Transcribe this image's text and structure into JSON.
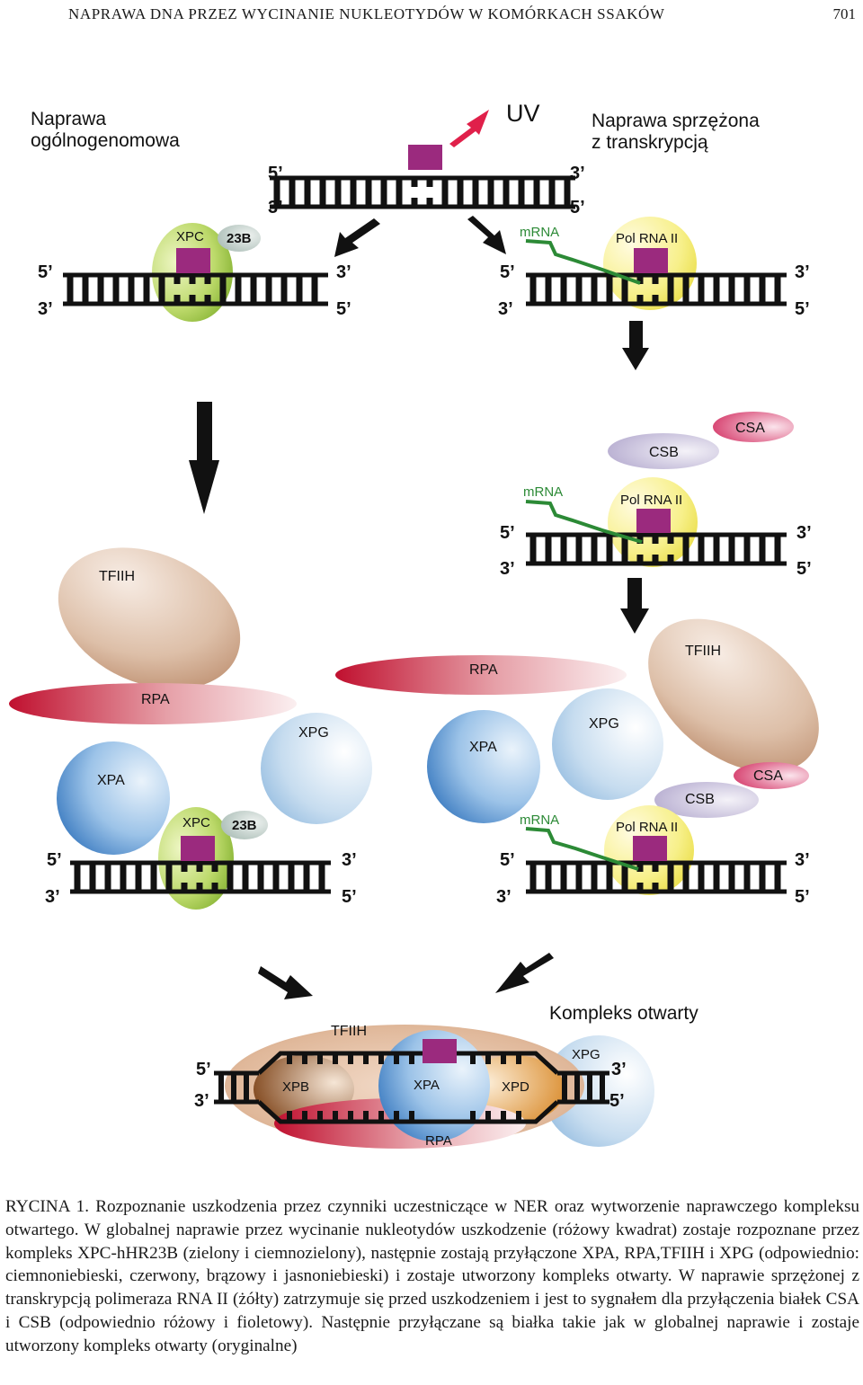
{
  "header": {
    "running_title": "NAPRAWA DNA PRZEZ WYCINANIE NUKLEOTYDÓW W KOMÓRKACH SSAKÓW",
    "page_number": "701"
  },
  "figure": {
    "pathway_left_line1": "Naprawa",
    "pathway_left_line2": "ogólnogenomowa",
    "pathway_right_line1": "Naprawa sprzężona",
    "pathway_right_line2": "z transkrypcją",
    "uv_label": "UV",
    "open_complex_label": "Kompleks otwarty",
    "strand_ends": {
      "five": "5’",
      "three": "3’"
    },
    "proteins": {
      "xpc": "XPC",
      "hhr23b": "23B",
      "mrna": "mRNA",
      "pol_rna_ii": "Pol RNA II",
      "csa": "CSA",
      "csb": "CSB",
      "tfiih": "TFIIH",
      "rpa": "RPA",
      "xpg": "XPG",
      "xpa": "XPA",
      "xpb": "XPB",
      "xpd": "XPD"
    },
    "colors": {
      "lesion": "#9b2a7e",
      "uv_arrow": "#e0204a",
      "mrna": "#2c8a36",
      "xpc": "#a9cf4a",
      "hhr23b": "#c9d6d2",
      "pol_rna_ii": "#f3ec58",
      "csa": "#d63a6a",
      "csb": "#bdb3d3",
      "tfiih": "#c79d82",
      "rpa": "#c8203e",
      "xpa": "#3a82c8",
      "xpg": "#a9cbe6",
      "xpb": "#9a5a2a",
      "xpd": "#e8a448"
    }
  },
  "caption": {
    "label": "RYCINA 1.",
    "text": "Rozpoznanie uszkodzenia przez czynniki uczestniczące w NER oraz wytworzenie naprawczego kompleksu otwartego. W globalnej naprawie przez wycinanie nukleotydów uszkodzenie (różowy kwadrat) zostaje rozpoznane przez kompleks XPC-hHR23B (zielony i ciemnozielony), następnie zostają przyłączone XPA, RPA,TFIIH i XPG (odpowiednio: ciemnoniebieski, czerwony, brązowy i jasnoniebieski) i zostaje utworzony kompleks otwarty. W naprawie sprzężonej z transkrypcją polimeraza RNA II (żółty) zatrzymuje się przed uszkodzeniem i jest to sygnałem dla przyłączenia białek CSA i CSB (odpowiednio różowy i fioletowy). Następnie przyłączane są białka takie jak w globalnej naprawie i zostaje utworzony kompleks otwarty (oryginalne)"
  }
}
